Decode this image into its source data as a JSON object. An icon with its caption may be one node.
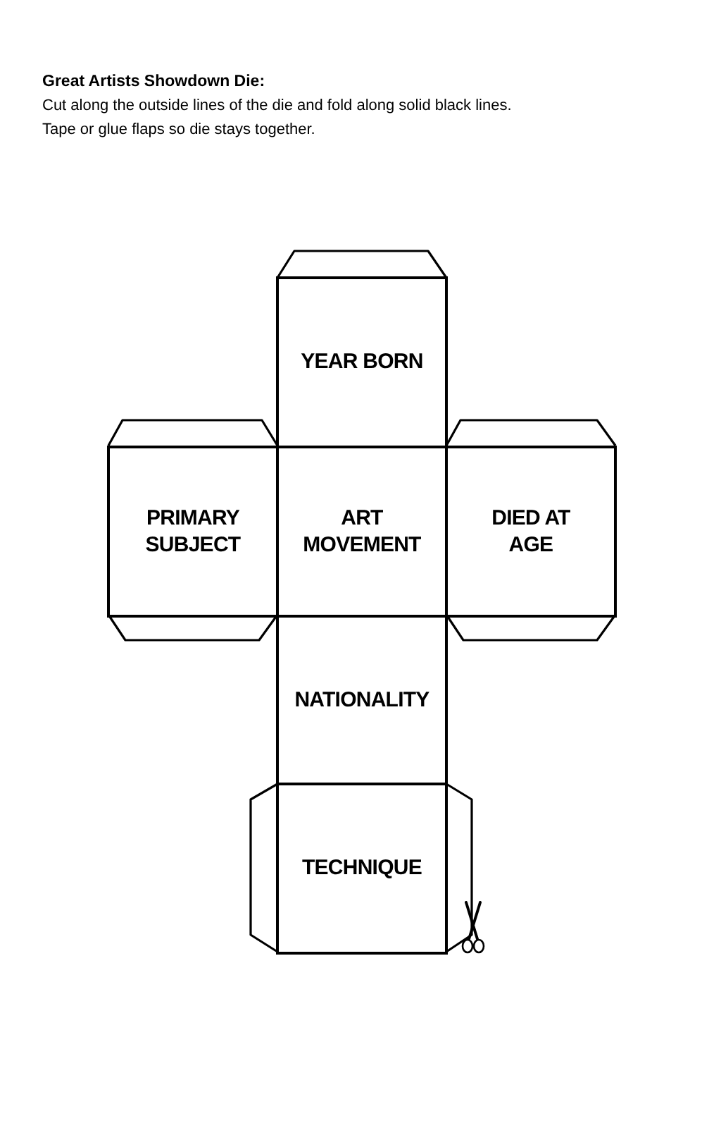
{
  "diagram": {
    "title": "Great Artists Showdown Die:",
    "nodes": [
      {
        "text": [
          "YEAR BORN"
        ]
      },
      {
        "text": [
          "PRIMARY SUBJECT"
        ]
      },
      {
        "text": [
          "ART MOVEMENT"
        ]
      },
      {
        "text": [
          "DIED AT AGE"
        ]
      },
      {
        "text": [
          "NATIONALITY"
        ]
      },
      {
        "text": [
          "TECHNIQUE"
        ]
      }
    ],
    "labels": [
      "Cut along the outside lines of the die and fold along solid black lines.",
      "Tape or glue flaps so die stays together."
    ]
  }
}
